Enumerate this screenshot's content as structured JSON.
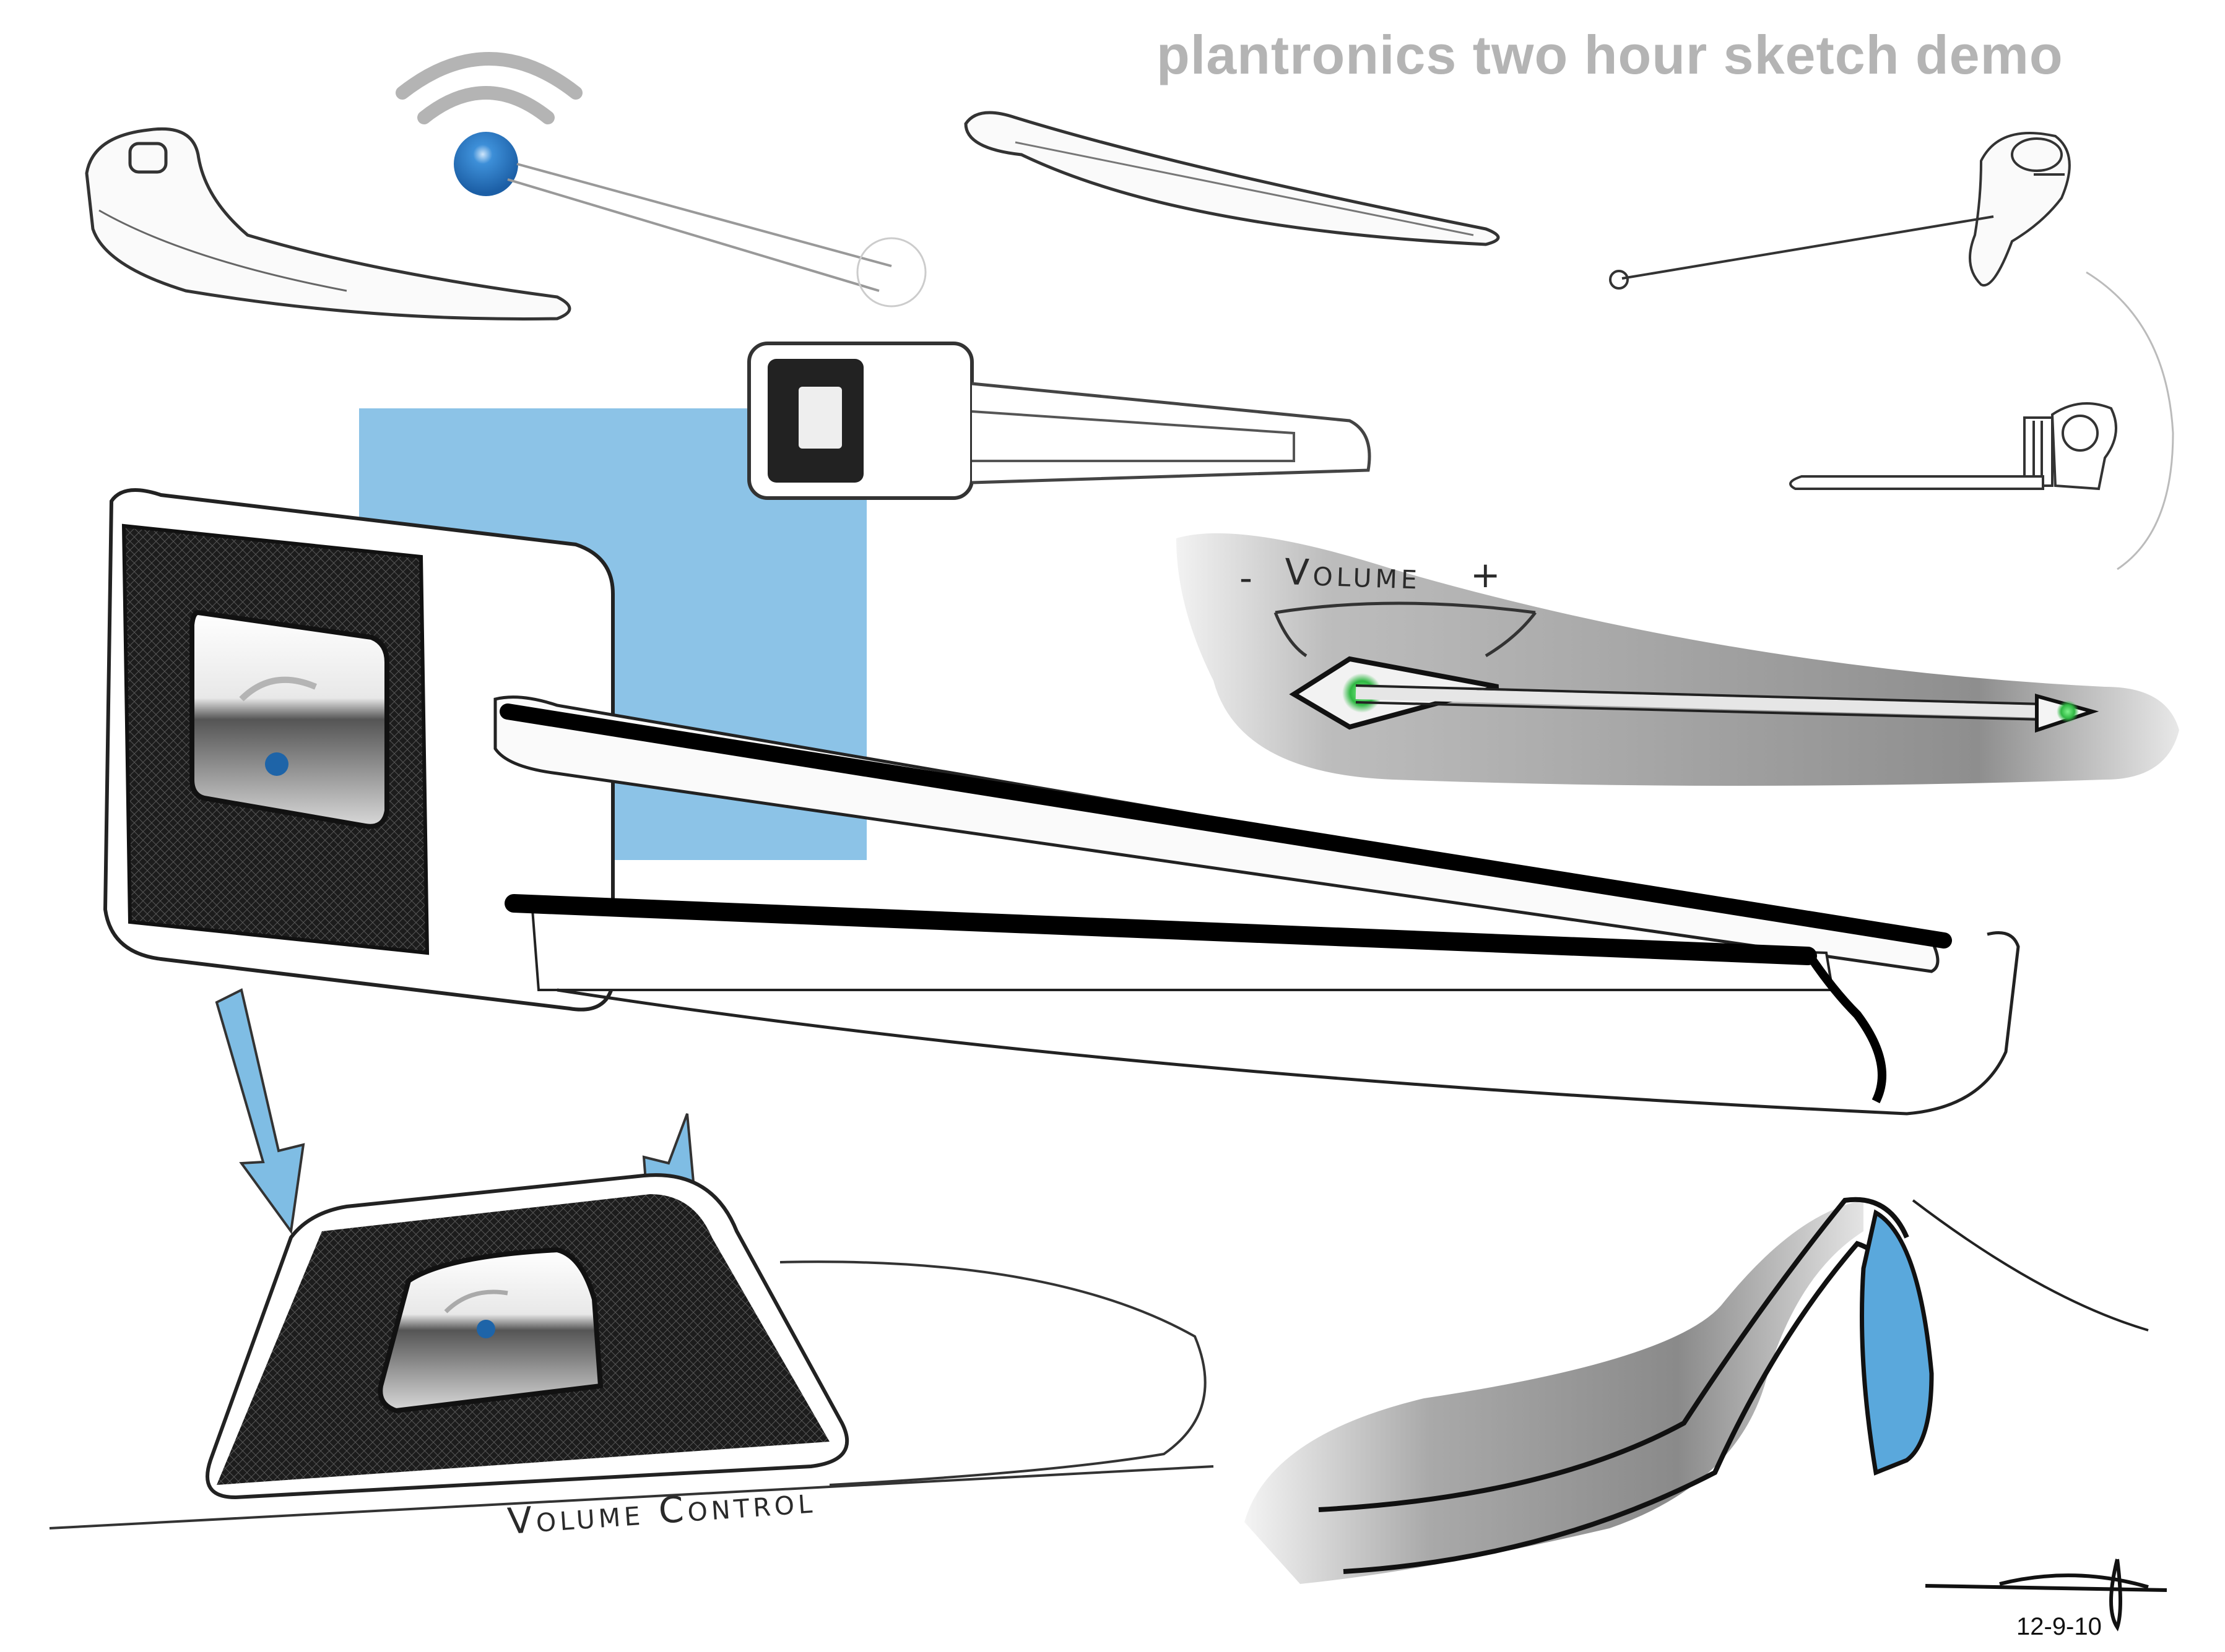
{
  "header": {
    "title": "plantronics two hour sketch demo"
  },
  "annotations": {
    "volume_minus": "-",
    "volume_label": "Volume",
    "volume_plus": "+",
    "volume_control_label": "Volume Control"
  },
  "signature": {
    "date": "12-9-10"
  },
  "colors": {
    "accent_blue": "#2f7fc8",
    "panel_blue": "#7fbde4",
    "indicator_green": "#3fcf4f",
    "title_gray": "#b4b4b4",
    "leather_black": "#1c1c1c"
  },
  "sketches": [
    {
      "name": "headset-side-view-top-left"
    },
    {
      "name": "bluetooth-logo-sphere"
    },
    {
      "name": "boom-arm-top-view"
    },
    {
      "name": "headset-ear-view-top-right"
    },
    {
      "name": "square-button-headset"
    },
    {
      "name": "ear-headset-small"
    },
    {
      "name": "volume-rocker-detail"
    },
    {
      "name": "main-headset-render"
    },
    {
      "name": "button-perspective-detail"
    },
    {
      "name": "ear-hook-detail"
    }
  ]
}
